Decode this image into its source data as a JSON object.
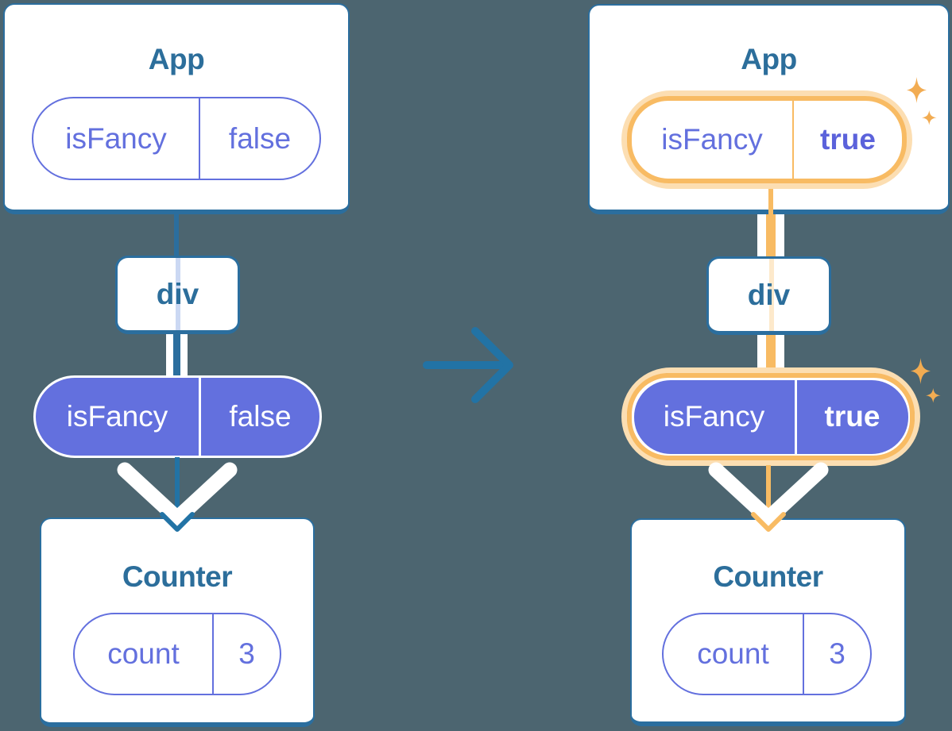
{
  "before": {
    "app": {
      "title": "App",
      "prop_name": "isFancy",
      "prop_value": "false"
    },
    "div": {
      "label": "div"
    },
    "passed_prop": {
      "name": "isFancy",
      "value": "false"
    },
    "counter": {
      "title": "Counter",
      "state_name": "count",
      "state_value": "3"
    }
  },
  "after": {
    "app": {
      "title": "App",
      "prop_name": "isFancy",
      "prop_value": "true"
    },
    "div": {
      "label": "div"
    },
    "passed_prop": {
      "name": "isFancy",
      "value": "true"
    },
    "counter": {
      "title": "Counter",
      "state_name": "count",
      "state_value": "3"
    }
  },
  "icons": {
    "transition": "right-arrow",
    "highlight": "sparkles",
    "flow": "down-chevron-arrow"
  },
  "colors": {
    "background": "#4C6570",
    "card_border_blue": "#2B6E9E",
    "title_blue": "#2C6E9B",
    "arrow_blue": "#2273A5",
    "pill_purple": "#6370DE",
    "bold_value_purple": "#5B62DB",
    "highlight_orange": "#F8BB63",
    "highlight_halo": "#FCDEB2",
    "sparkle_orange": "#F2AC52"
  }
}
